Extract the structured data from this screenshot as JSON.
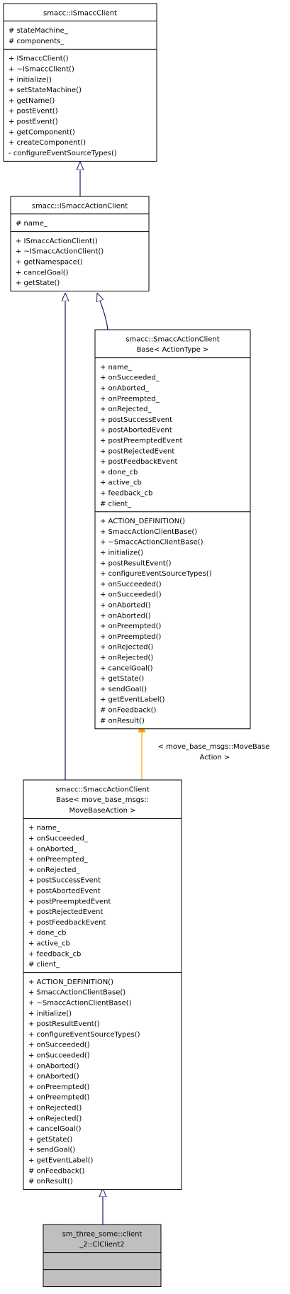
{
  "diagram": {
    "classes": [
      {
        "key": "ismacc_client",
        "title_lines": [
          "smacc::ISmaccClient"
        ],
        "attributes": [
          "# stateMachine_",
          "# components_"
        ],
        "methods": [
          "+ ISmaccClient()",
          "+ ~ISmaccClient()",
          "+ initialize()",
          "+ setStateMachine()",
          "+ getName()",
          "+ postEvent()",
          "+ postEvent()",
          "+ getComponent()",
          "+ createComponent()",
          "- configureEventSourceTypes()"
        ]
      },
      {
        "key": "ismacc_action_client",
        "title_lines": [
          "smacc::ISmaccActionClient"
        ],
        "attributes": [
          "# name_"
        ],
        "methods": [
          "+ ISmaccActionClient()",
          "+ ~ISmaccActionClient()",
          "+ getNamespace()",
          "+ cancelGoal()",
          "+ getState()"
        ]
      },
      {
        "key": "smacc_action_client_base_template",
        "title_lines": [
          "smacc::SmaccActionClient",
          "Base< ActionType >"
        ],
        "attributes": [
          "+ name_",
          "+ onSucceeded_",
          "+ onAborted_",
          "+ onPreempted_",
          "+ onRejected_",
          "+ postSuccessEvent",
          "+ postAbortedEvent",
          "+ postPreemptedEvent",
          "+ postRejectedEvent",
          "+ postFeedbackEvent",
          "+ done_cb",
          "+ active_cb",
          "+ feedback_cb",
          "# client_"
        ],
        "methods": [
          "+ ACTION_DEFINITION()",
          "+ SmaccActionClientBase()",
          "+ ~SmaccActionClientBase()",
          "+ initialize()",
          "+ postResultEvent()",
          "+ configureEventSourceTypes()",
          "+ onSucceeded()",
          "+ onSucceeded()",
          "+ onAborted()",
          "+ onAborted()",
          "+ onPreempted()",
          "+ onPreempted()",
          "+ onRejected()",
          "+ onRejected()",
          "+ cancelGoal()",
          "+ getState()",
          "+ sendGoal()",
          "+ getEventLabel()",
          "# onFeedback()",
          "# onResult()"
        ]
      },
      {
        "key": "smacc_action_client_base_movebase",
        "title_lines": [
          "smacc::SmaccActionClient",
          "Base< move_base_msgs::",
          "MoveBaseAction >"
        ],
        "attributes": [
          "+ name_",
          "+ onSucceeded_",
          "+ onAborted_",
          "+ onPreempted_",
          "+ onRejected_",
          "+ postSuccessEvent",
          "+ postAbortedEvent",
          "+ postPreemptedEvent",
          "+ postRejectedEvent",
          "+ postFeedbackEvent",
          "+ done_cb",
          "+ active_cb",
          "+ feedback_cb",
          "# client_"
        ],
        "methods": [
          "+ ACTION_DEFINITION()",
          "+ SmaccActionClientBase()",
          "+ ~SmaccActionClientBase()",
          "+ initialize()",
          "+ postResultEvent()",
          "+ configureEventSourceTypes()",
          "+ onSucceeded()",
          "+ onSucceeded()",
          "+ onAborted()",
          "+ onAborted()",
          "+ onPreempted()",
          "+ onPreempted()",
          "+ onRejected()",
          "+ onRejected()",
          "+ cancelGoal()",
          "+ getState()",
          "+ sendGoal()",
          "+ getEventLabel()",
          "# onFeedback()",
          "# onResult()"
        ]
      },
      {
        "key": "cl_client2",
        "title_lines": [
          "sm_three_some::client",
          "_2::ClClient2"
        ],
        "attributes": [],
        "methods": []
      }
    ],
    "template_binding_label": [
      "< move_base_msgs::MoveBase",
      "Action >"
    ],
    "colors": {
      "inheritance_edge": "#191970",
      "template_edge": "#ffa500",
      "node_border": "#000000",
      "node_fill": "#ffffff",
      "focus_fill": "#bfbfbf"
    }
  }
}
